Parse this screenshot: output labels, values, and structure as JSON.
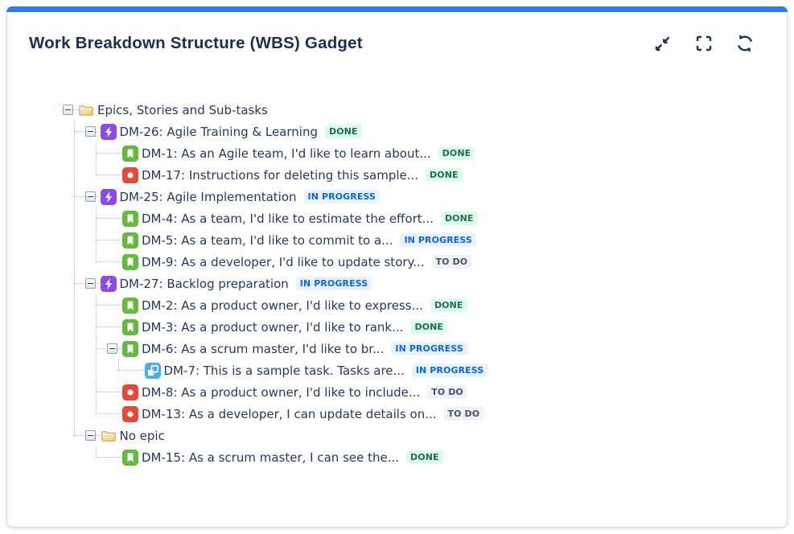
{
  "card": {
    "title": "Work Breakdown Structure (WBS) Gadget",
    "accent_color": "#2b7de9"
  },
  "toolbar": {
    "icons": [
      {
        "name": "minimize-icon"
      },
      {
        "name": "fullscreen-icon"
      },
      {
        "name": "refresh-icon"
      }
    ],
    "icon_color": "#1c3553"
  },
  "icon_colors": {
    "epic": "#8c4be8",
    "story": "#63ba3c",
    "bug": "#e5493a",
    "subtask": "#4bade8",
    "folder_light": "#fcf4d1",
    "folder_dark": "#ecd488",
    "folder_stroke": "#b89c52"
  },
  "statuses": {
    "DONE": {
      "label": "DONE",
      "bg": "#dcfcec",
      "color": "#216e4e"
    },
    "IN PROGRESS": {
      "label": "IN PROGRESS",
      "bg": "#e9f2ff",
      "color": "#0c66e4"
    },
    "TO DO": {
      "label": "TO DO",
      "bg": "#f1f2f4",
      "color": "#44546f"
    }
  },
  "tree": [
    {
      "label": "Epics, Stories and Sub-tasks",
      "type": "folder",
      "status": null,
      "expanded": true,
      "children": [
        {
          "label": "DM-26: Agile Training & Learning",
          "type": "epic",
          "status": "DONE",
          "expanded": true,
          "children": [
            {
              "label": "DM-1: As an Agile team, I'd like to learn about...",
              "type": "story",
              "status": "DONE"
            },
            {
              "label": "DM-17: Instructions for deleting this sample...",
              "type": "bug",
              "status": "DONE"
            }
          ]
        },
        {
          "label": "DM-25: Agile Implementation",
          "type": "epic",
          "status": "IN PROGRESS",
          "expanded": true,
          "children": [
            {
              "label": "DM-4: As a team, I'd like to estimate the effort...",
              "type": "story",
              "status": "DONE"
            },
            {
              "label": "DM-5: As a team, I'd like to commit to a...",
              "type": "story",
              "status": "IN PROGRESS"
            },
            {
              "label": "DM-9: As a developer, I'd like to update story...",
              "type": "story",
              "status": "TO DO"
            }
          ]
        },
        {
          "label": "DM-27: Backlog preparation",
          "type": "epic",
          "status": "IN PROGRESS",
          "expanded": true,
          "children": [
            {
              "label": "DM-2: As a product owner, I'd like to express...",
              "type": "story",
              "status": "DONE"
            },
            {
              "label": "DM-3: As a product owner, I'd like to rank...",
              "type": "story",
              "status": "DONE"
            },
            {
              "label": "DM-6: As a scrum master, I'd like to br...",
              "type": "story",
              "status": "IN PROGRESS",
              "expanded": true,
              "children": [
                {
                  "label": "DM-7: This is a sample task. Tasks are...",
                  "type": "subtask",
                  "status": "IN PROGRESS"
                }
              ]
            },
            {
              "label": "DM-8: As a product owner, I'd like to include...",
              "type": "bug",
              "status": "TO DO"
            },
            {
              "label": "DM-13: As a developer, I can update details on...",
              "type": "bug",
              "status": "TO DO"
            }
          ]
        },
        {
          "label": "No epic",
          "type": "folder",
          "status": null,
          "expanded": true,
          "children": [
            {
              "label": "DM-15: As a scrum master, I can see the...",
              "type": "story",
              "status": "DONE"
            }
          ]
        }
      ]
    }
  ]
}
